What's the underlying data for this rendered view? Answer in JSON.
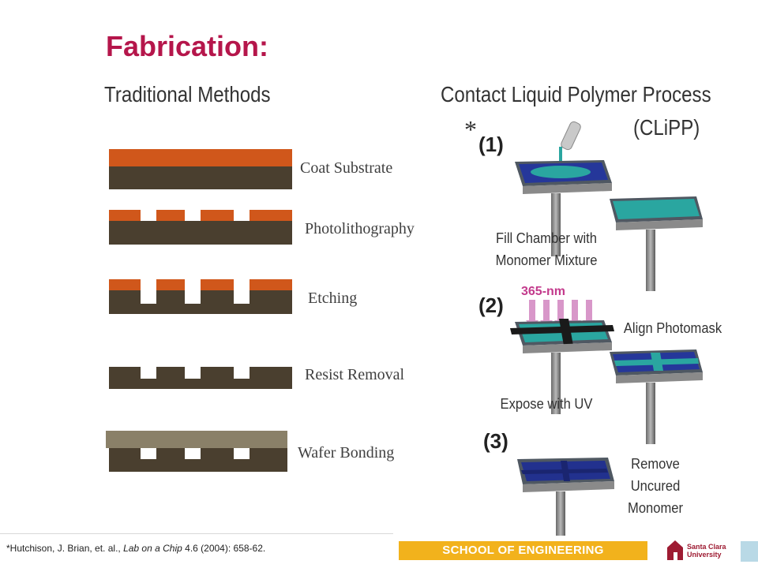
{
  "title": "Fabrication:",
  "left": {
    "heading": "Traditional Methods",
    "steps": [
      {
        "label": "Coat Substrate"
      },
      {
        "label": "Photolithography"
      },
      {
        "label": "Etching"
      },
      {
        "label": "Resist Removal"
      },
      {
        "label": "Wafer Bonding"
      }
    ]
  },
  "right": {
    "heading_line1": "Contact Liquid Polymer Process",
    "heading_line2": "(CLiPP)",
    "asterisk": "*",
    "steps": [
      {
        "number": "(1)",
        "caption_line1": "Fill Chamber with",
        "caption_line2": "Monomer Mixture"
      },
      {
        "number": "(2)",
        "wavelength": "365-nm",
        "caption_top": "Align Photomask",
        "caption_bottom": "Expose with UV"
      },
      {
        "number": "(3)",
        "caption_line1": "Remove",
        "caption_line2": "Uncured",
        "caption_line3": "Monomer"
      }
    ]
  },
  "footer": {
    "citation_pre": "*Hutchison, J. Brian, et. al., ",
    "citation_journal": "Lab on a Chip",
    "citation_post": " 4.6 (2004): 658-62.",
    "school": "SCHOOL OF ENGINEERING",
    "logo_line1": "Santa Clara",
    "logo_line2": "University"
  },
  "colors": {
    "title": "#b5164b",
    "substrate": "#4a3f2f",
    "resist": "#d0571b",
    "bond_wafer": "#8a8068",
    "footer_bar": "#f2b21c"
  }
}
